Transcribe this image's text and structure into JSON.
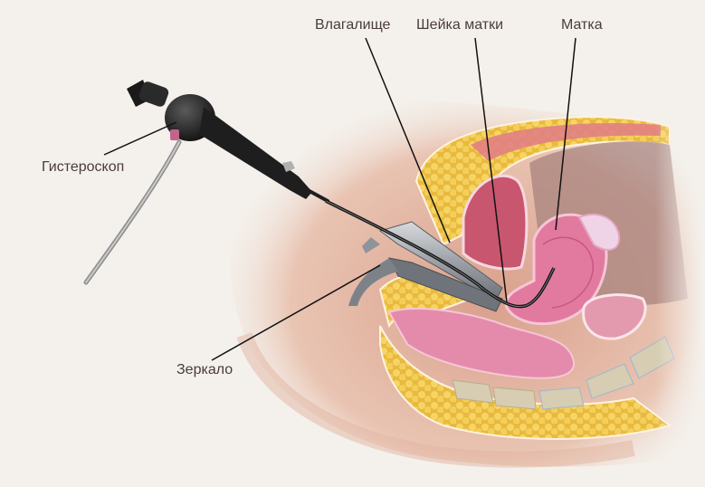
{
  "diagram": {
    "subject": "Hysteroscopy illustration",
    "labels": {
      "vagina": "Влагалище",
      "cervix": "Шейка матки",
      "uterus": "Матка",
      "hysteroscope": "Гистероскоп",
      "speculum": "Зеркало"
    },
    "colors": {
      "background": "#f4f1ec",
      "skin": "#e8c3ae",
      "fat": "#f0cc55",
      "tissue_pink": "#e58aa8",
      "uterus_pink": "#e27aa0",
      "instrument_dark": "#1e1e1e",
      "speculum_metal": "#8c9096",
      "bone": "#d6cdb2",
      "leader_line": "#111111",
      "label_text": "#4a3c3c"
    }
  }
}
